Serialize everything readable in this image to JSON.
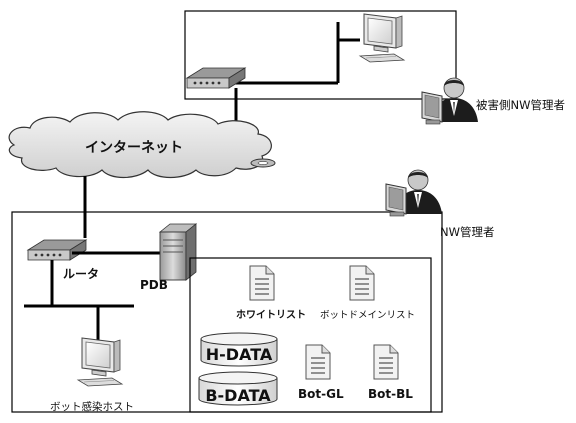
{
  "labels": {
    "internet": "インターネット",
    "victim_admin": "被害側NW管理者",
    "nw_admin": "NW管理者",
    "router": "ルータ",
    "pdb": "PDB",
    "whitelist": "ホワイトリスト",
    "bot_domain_list": "ボットドメインリスト",
    "h_data": "H-DATA",
    "b_data": "B-DATA",
    "bot_gl": "Bot-GL",
    "bot_bl": "Bot-BL",
    "infected_host": "ボット感染ホスト"
  },
  "icons": {
    "router": "router-icon",
    "server": "server-icon",
    "pc": "pc-icon",
    "admin": "admin-person-icon",
    "document": "document-icon",
    "database": "database-cylinder-icon",
    "cloud": "cloud-icon"
  }
}
